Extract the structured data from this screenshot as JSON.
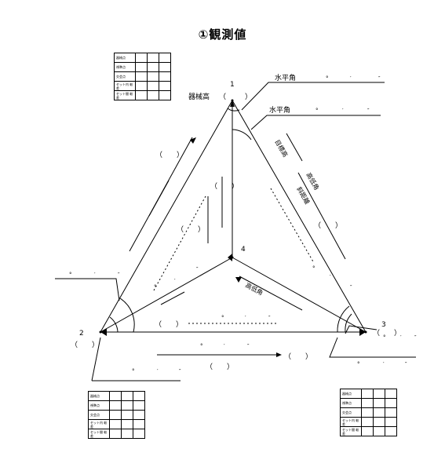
{
  "title": "①観測値",
  "points": {
    "p1": "1",
    "p2": "2",
    "p3": "3",
    "p4": "4"
  },
  "labels": {
    "kikai_dai": "器械高",
    "paren_open": "（",
    "paren_close": "）",
    "paren_pair": "（　　）",
    "suiheikaku": "水平角",
    "jikisoku": "目標高",
    "koteikaku": "高低角",
    "shakyori": "斜距離",
    "deg": "°",
    "min": "′",
    "sec": "″"
  },
  "info_table": {
    "rows": [
      "器械点",
      "視準点",
      "交会点",
      "セット内\n較差",
      "セット間\n較差"
    ]
  }
}
